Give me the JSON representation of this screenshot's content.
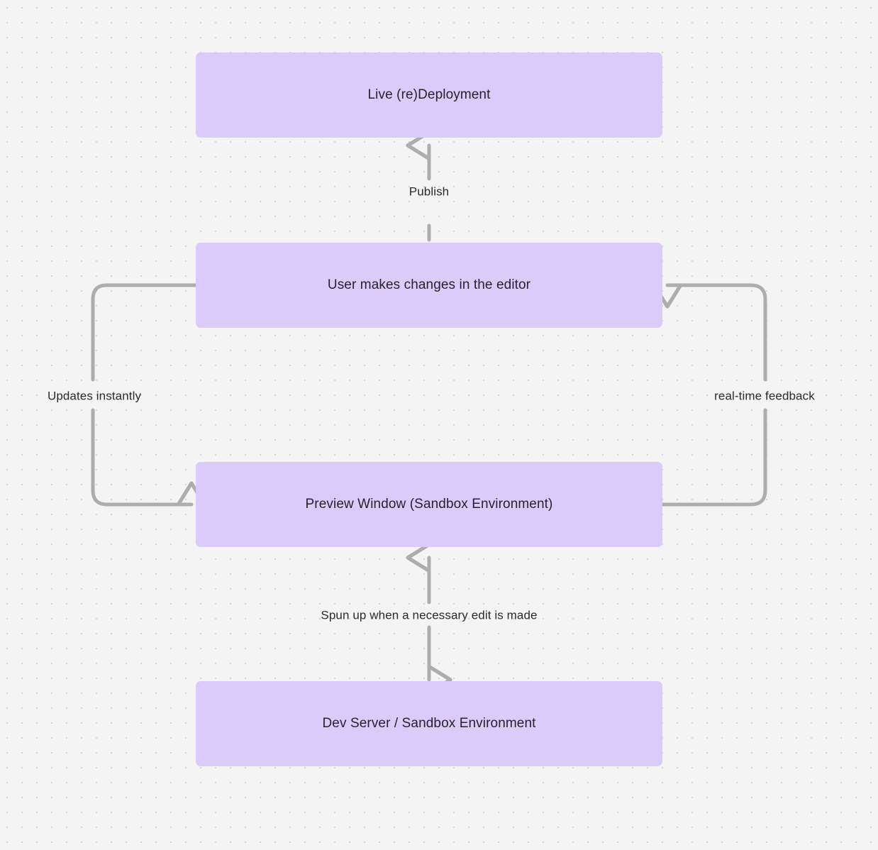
{
  "diagram": {
    "type": "flowchart",
    "background_color": "#f4f4f4",
    "dot_grid_color": "#d4d4d4",
    "node_fill": "#dbcbfa",
    "node_text_color": "#24242b",
    "edge_color": "#adadad",
    "nodes": [
      {
        "id": "live-deploy",
        "label": "Live (re)Deployment"
      },
      {
        "id": "user-edits",
        "label": "User makes changes in the editor"
      },
      {
        "id": "preview",
        "label": "Preview Window (Sandbox Environment)"
      },
      {
        "id": "dev-server",
        "label": "Dev Server / Sandbox Environment"
      }
    ],
    "edges": [
      {
        "id": "publish",
        "from": "user-edits",
        "to": "live-deploy",
        "label": "Publish",
        "direction": "up"
      },
      {
        "id": "updates",
        "from": "user-edits",
        "to": "preview",
        "label": "Updates instantly",
        "direction": "left-loop"
      },
      {
        "id": "feedback",
        "from": "preview",
        "to": "user-edits",
        "label": "real-time feedback",
        "direction": "right-loop"
      },
      {
        "id": "spun-up",
        "from": "dev-server",
        "to": "preview",
        "label": "Spun up when a necessary edit is made",
        "direction": "bidirectional"
      }
    ]
  }
}
